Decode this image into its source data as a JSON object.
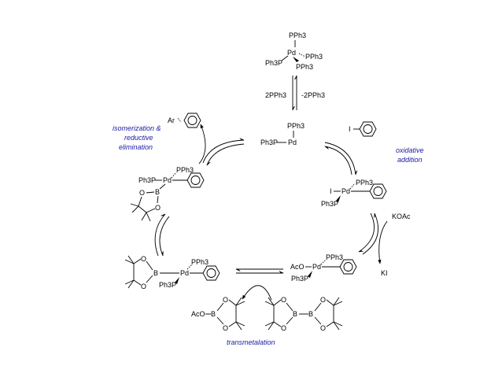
{
  "species": {
    "pd_pph3_4": {
      "top": "PPh3",
      "metal": "Pd",
      "right": "PPh3",
      "left": "Ph3P",
      "bottom": "PPh3"
    },
    "pd_pph3_2": {
      "top": "PPh3",
      "left": "Ph3P",
      "metal": "Pd"
    },
    "iodobenzene": {
      "x": "I"
    },
    "ox_add": {
      "top": "PPh3",
      "left": "I",
      "metal": "Pd",
      "bottom": "Ph3P"
    },
    "acetate_pd": {
      "left": "AcO",
      "metal": "Pd",
      "top": "PPh3",
      "bottom": "Ph3P"
    },
    "boryl_pd": {
      "b": "B",
      "o1": "O",
      "o2": "O",
      "metal": "Pd",
      "top": "PPh3",
      "bottom": "Ph3P"
    },
    "iso_pd": {
      "left": "Ph3P",
      "metal": "Pd",
      "top": "PPh3",
      "b": "B",
      "o1": "O",
      "o2": "O"
    },
    "aryl_product": {
      "ar": "Ar"
    },
    "acob_pin": {
      "aco": "AcO",
      "b": "B",
      "o1": "O",
      "o2": "O"
    },
    "b2pin2": {
      "b1": "B",
      "b2": "B",
      "o1": "O",
      "o2": "O",
      "o3": "O",
      "o4": "O"
    }
  },
  "reagents": {
    "minus_2pph3": "-2PPh3",
    "plus_2pph3": "2PPh3",
    "koac": "KOAc",
    "ki": "KI"
  },
  "steps": {
    "oxidative_1": "oxidative",
    "oxidative_2": "addition",
    "transmetalation": "transmetalation",
    "iso_1": "isomerization &",
    "iso_2": "reductive",
    "iso_3": "elimination"
  },
  "colors": {
    "step_label": "#1a1aa6",
    "structure": "#000000"
  }
}
